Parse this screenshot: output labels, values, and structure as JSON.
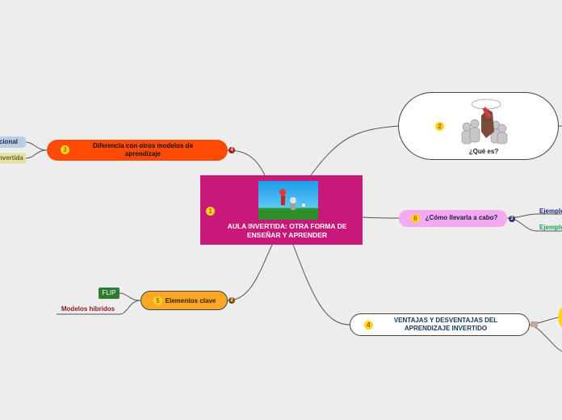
{
  "central": {
    "number": "1",
    "title": "AULA INVERTIDA: OTRA FORMA DE ENSEÑAR Y APRENDER",
    "color": "#c8197a"
  },
  "nodes": {
    "que_es": {
      "number": "2",
      "label": "¿Qué es?"
    },
    "diferencia": {
      "number": "3",
      "label": "Diferencia con otros modelos de aprendizaje",
      "color": "#ff4a05",
      "children": [
        "Tradicional",
        "Invertida"
      ]
    },
    "ventajas": {
      "number": "4",
      "label": "VENTAJAS Y DESVENTAJAS DEL APRENDIZAJE INVERTIDO"
    },
    "elementos": {
      "number": "5",
      "label": "Elementos clave",
      "color": "#f9a825",
      "children": [
        "FLIP",
        "Modelos híbridos"
      ]
    },
    "como": {
      "number": "6",
      "label": "¿Cómo llevarla a cabo?",
      "color": "#f4aaf0",
      "children": [
        "Ejemplo",
        "Ejemplo"
      ]
    }
  },
  "colors": {
    "background": "#ededed",
    "link": "#555555",
    "number_badge": "#ffd41c"
  }
}
